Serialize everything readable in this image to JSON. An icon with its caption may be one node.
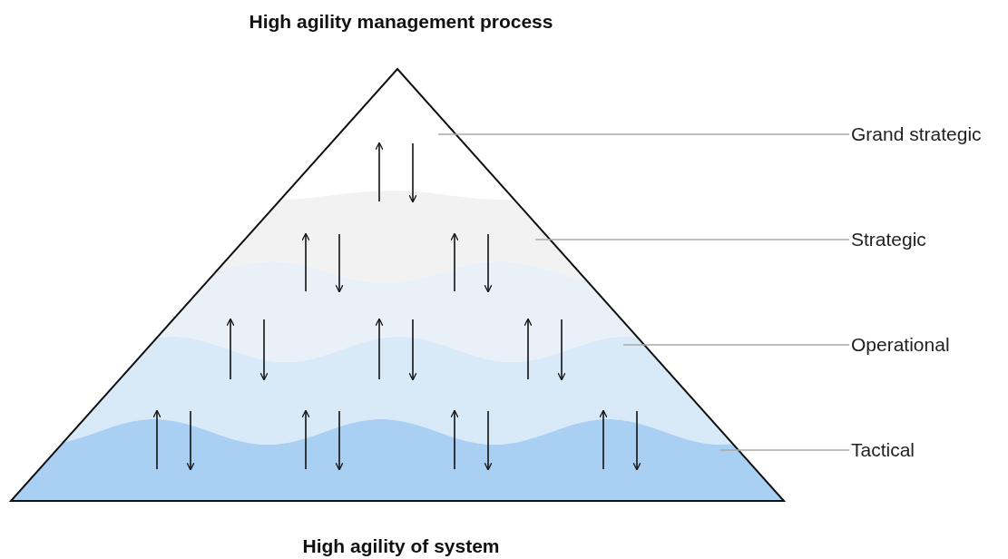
{
  "diagram": {
    "title": "High agility management process",
    "caption": "High agility of system",
    "nodes": [
      {
        "text": [],
        "shape": "picture"
      },
      {
        "text": [
          "Grand strategic"
        ]
      },
      {
        "text": [
          "Strategic"
        ]
      },
      {
        "text": [
          "Operational"
        ]
      },
      {
        "text": [
          "Tactical"
        ]
      }
    ],
    "edges": [
      {
        "from": 1,
        "to": 0,
        "arrow": "none"
      },
      {
        "from": 2,
        "to": 0,
        "arrow": "none"
      },
      {
        "from": 3,
        "to": 0,
        "arrow": "none"
      },
      {
        "from": 4,
        "to": 0,
        "arrow": "none"
      }
    ]
  }
}
